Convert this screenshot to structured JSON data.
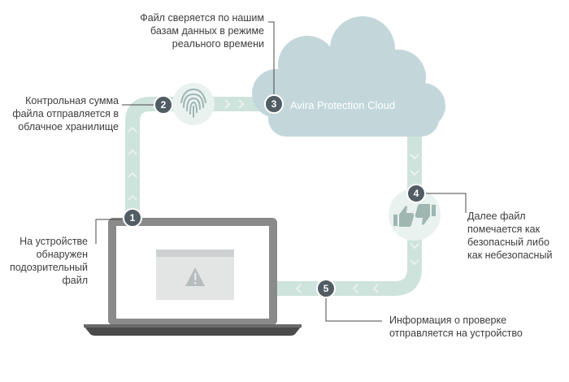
{
  "cloud": {
    "label": "Avira Protection Cloud"
  },
  "steps": [
    {
      "number": "1",
      "text": "На устройстве\nобнаружен\nподозрительный\nфайл"
    },
    {
      "number": "2",
      "text": "Контрольная сумма\nфайла отправляется в\nоблачное хранилище"
    },
    {
      "number": "3",
      "text": "Файл сверяется по нашим\nбазам данных в режиме\nреального времени"
    },
    {
      "number": "4",
      "text": "Далее файл\nпомечается как\nбезопасный либо\nкак небезопасный"
    },
    {
      "number": "5",
      "text": "Информация о проверке\nотправляется на устройство"
    }
  ],
  "icons": [
    "fingerprint-icon",
    "thumbs-up-icon",
    "thumbs-down-icon",
    "warning-icon",
    "laptop-icon",
    "cloud-icon"
  ],
  "colors": {
    "path": "#cfe3dd",
    "path_arrow": "#e7f1ee",
    "cloud": "#c3d7db",
    "badge": "#515c63",
    "laptop_frame": "#8a8a8a",
    "laptop_base": "#4a4a4a",
    "screen_window": "#e3e5e5",
    "warning": "#b7bcbc"
  }
}
